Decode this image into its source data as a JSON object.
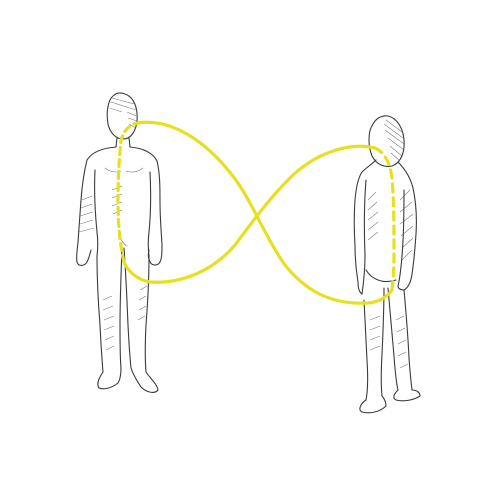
{
  "scene": {
    "background": "#ffffff",
    "colors": {
      "pencil": "#3a3a3a",
      "thread": "#e6e020"
    },
    "figures": [
      {
        "name": "front-facing-figure",
        "view": "front"
      },
      {
        "name": "back-facing-figure",
        "view": "back-three-quarter"
      }
    ],
    "connector": {
      "shape": "infinity-loop",
      "color": "#e6e020"
    }
  }
}
